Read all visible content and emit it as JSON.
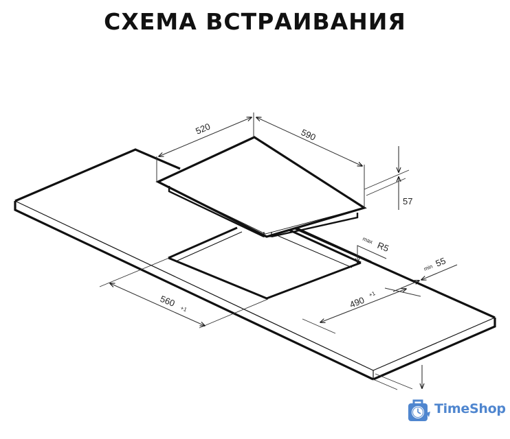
{
  "title": "СХЕМА ВСТРАИВАНИЯ",
  "dimensions": {
    "hob_width": "590",
    "hob_depth": "520",
    "hob_height": "57",
    "cutout_width": "560",
    "cutout_width_tol": "+1",
    "cutout_depth": "490",
    "cutout_depth_tol": "+1",
    "corner_radius_prefix": "max",
    "corner_radius": "R5",
    "front_edge_prefix": "min",
    "front_edge": "55"
  },
  "logo": {
    "text": "TimeShop",
    "color": "#4f86cf"
  },
  "colors": {
    "lines": "#111111",
    "background": "#ffffff"
  }
}
